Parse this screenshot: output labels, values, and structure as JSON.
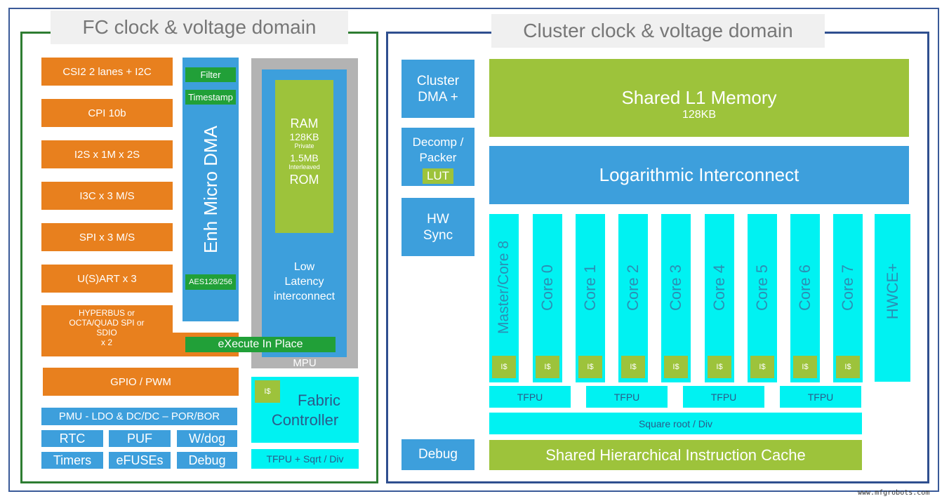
{
  "fc_domain": {
    "title": "FC clock & voltage domain",
    "peripherals": [
      "CSI2 2 lanes + I2C",
      "CPI 10b",
      "I2S x 1M x 2S",
      "I3C x 3 M/S",
      "SPI x 3 M/S",
      "U(S)ART x 3"
    ],
    "hyperbus": [
      "HYPERBUS or",
      "OCTA/QUAD SPI or",
      "SDIO",
      "x 2"
    ],
    "gpio": "GPIO / PWM",
    "pmu": "PMU - LDO & DC/DC – POR/BOR",
    "rtc": "RTC",
    "puf": "PUF",
    "wdog": "W/dog",
    "timers": "Timers",
    "efuses": "eFUSEs",
    "debug": "Debug",
    "dma": {
      "label": "Enh Micro DMA",
      "filter": "Filter",
      "timestamp": "Timestamp",
      "aes": "AES128/256"
    },
    "mpu": {
      "label": "MPU",
      "ram": "RAM",
      "ram_size": "128KB",
      "ram_private": "Private",
      "ram_size2": "1.5MB",
      "ram_interleaved": "Interleaved",
      "rom": "ROM",
      "interconnect": [
        "Low",
        "Latency",
        "interconnect"
      ]
    },
    "xip": "eXecute In Place",
    "fabric_controller": [
      "Fabric",
      "Controller"
    ],
    "fabric_icache": "I$",
    "fabric_fpu": "TFPU + Sqrt / Div"
  },
  "cluster_domain": {
    "title": "Cluster clock & voltage domain",
    "dma": [
      "Cluster",
      "DMA +"
    ],
    "decomp": [
      "Decomp /",
      "Packer"
    ],
    "lut": "LUT",
    "hw_sync": [
      "HW",
      "Sync"
    ],
    "debug": "Debug",
    "l1_memory": "Shared L1 Memory",
    "l1_size": "128KB",
    "interconnect": "Logarithmic Interconnect",
    "cores": [
      "Master/Core 8",
      "Core 0",
      "Core 1",
      "Core 2",
      "Core 3",
      "Core 4",
      "Core 5",
      "Core 6",
      "Core 7"
    ],
    "core_icache": "I$",
    "hwce": "HWCE+",
    "tfpu": [
      "TFPU",
      "TFPU",
      "TFPU",
      "TFPU"
    ],
    "sqrt_div": "Square root / Div",
    "instruction_cache": "Shared Hierarchical Instruction Cache"
  },
  "watermark": "www.mfgrobots.com",
  "colors": {
    "orange": "#e8801e",
    "blue": "#3d9fdc",
    "lime": "#9dc33b",
    "cyan": "#00f2f2",
    "green": "#21a038",
    "fc_border": "#2e7d32",
    "cluster_border": "#2f4f8f"
  }
}
